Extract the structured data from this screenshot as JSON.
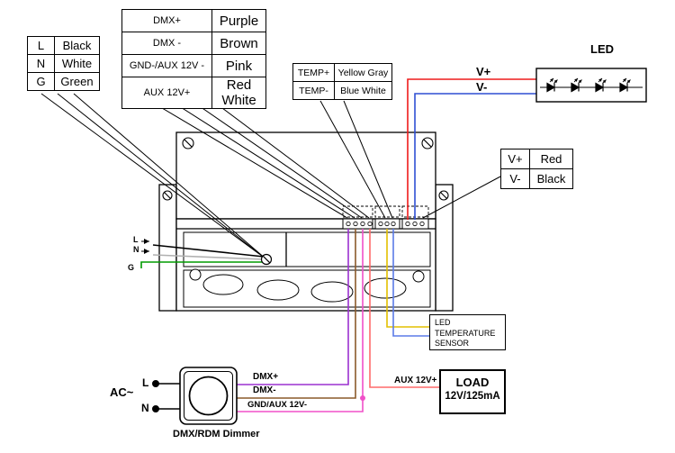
{
  "legend_tables": {
    "ac": {
      "rows": [
        [
          "L",
          "Black"
        ],
        [
          "N",
          "White"
        ],
        [
          "G",
          "Green"
        ]
      ]
    },
    "dmx": {
      "rows": [
        [
          "DMX+",
          "Purple"
        ],
        [
          "DMX -",
          "Brown"
        ],
        [
          "GND-/AUX 12V -",
          "Pink"
        ],
        [
          "AUX 12V+",
          "Red White"
        ]
      ]
    },
    "temp": {
      "rows": [
        [
          "TEMP+",
          "Yellow Gray"
        ],
        [
          "TEMP-",
          "Blue White"
        ]
      ]
    },
    "vout": {
      "rows": [
        [
          "V+",
          "Red"
        ],
        [
          "V-",
          "Black"
        ]
      ]
    }
  },
  "labels": {
    "led": "LED",
    "v_plus": "V+",
    "v_minus": "V-",
    "side_l": "L",
    "side_n": "N",
    "side_g": "G",
    "wire_dmx_plus": "DMX+",
    "wire_dmx_minus": "DMX-",
    "wire_gnd_aux": "GND/AUX 12V-",
    "wire_aux_12v": "AUX 12V+",
    "ac": "AC~",
    "dimmer_l": "L",
    "dimmer_n": "N",
    "dimmer_caption": "DMX/RDM Dimmer"
  },
  "load_box": {
    "title": "LOAD",
    "value": "12V/125mA"
  },
  "sensor_box": {
    "line1": "LED",
    "line2": "TEMPERATURE",
    "line3": "SENSOR"
  },
  "colors": {
    "black": "#000000",
    "gray": "#b0b0b0",
    "green": "#009b00",
    "purple": "#9b30d0",
    "brown": "#8a5a2a",
    "pink": "#f050c8",
    "red_white": "#ff6a6a",
    "red": "#ee1c1c",
    "yellow": "#e3c000",
    "blue": "#2f4fd4",
    "blue_white": "#5b7be8"
  }
}
